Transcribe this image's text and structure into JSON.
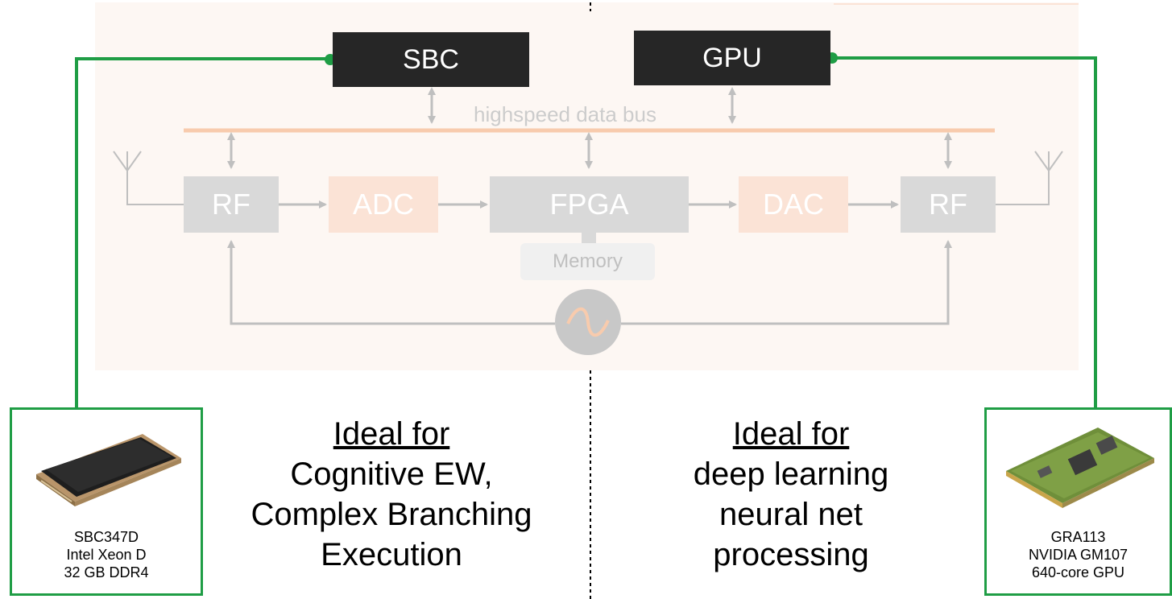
{
  "blocks": {
    "sbc": "SBC",
    "gpu": "GPU",
    "rf_left": "RF",
    "adc": "ADC",
    "fpga": "FPGA",
    "dac": "DAC",
    "rf_right": "RF",
    "memory": "Memory"
  },
  "bus_label": "highspeed data bus",
  "left_text": {
    "heading": "Ideal for",
    "lines": [
      "Cognitive EW,",
      "Complex Branching",
      "Execution"
    ]
  },
  "right_text": {
    "heading": "Ideal for",
    "lines": [
      "deep learning",
      "neural net",
      "processing"
    ]
  },
  "left_card": {
    "image_icon": "sbc-board-image",
    "lines": [
      "SBC347D",
      "Intel Xeon D",
      "32 GB DDR4"
    ]
  },
  "right_card": {
    "image_icon": "gpu-board-image",
    "lines": [
      "GRA113",
      "NVIDIA GM107",
      "640-core GPU"
    ]
  },
  "colors": {
    "connector_green": "#1f9d45",
    "bus_orange": "#f8cbad",
    "block_dark": "#262626",
    "block_grey": "#d9d9d9",
    "block_peach": "#fbe3d6"
  }
}
